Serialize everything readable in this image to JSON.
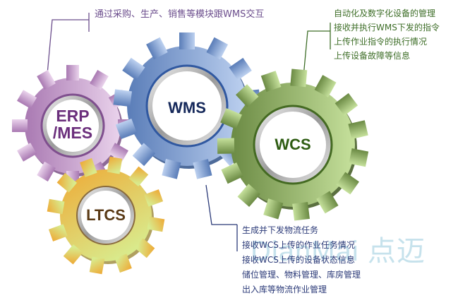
{
  "gears": [
    {
      "id": "erp",
      "label_line1": "ERP",
      "label_line2": "/MES",
      "color_light": "#e6c9e8",
      "color_dark": "#9d6aa8",
      "text_color": "#6b2f7c"
    },
    {
      "id": "wms",
      "label": "WMS",
      "color_light": "#b8cdee",
      "color_dark": "#5d7fba",
      "text_color": "#15285a"
    },
    {
      "id": "wcs",
      "label": "WCS",
      "color_light": "#c2dc98",
      "color_dark": "#6e8c47",
      "text_color": "#2e5c12"
    },
    {
      "id": "ltcs",
      "label": "LTCS",
      "color_light": "#dde88a",
      "color_dark": "#e9a93a",
      "text_color": "#5a3a16"
    }
  ],
  "notes": {
    "erp": {
      "color": "#6b4d8c",
      "lines": [
        "通过采购、生产、销售等模块跟WMS交互"
      ]
    },
    "wcs": {
      "color": "#3e6e28",
      "lines": [
        "自动化及数字化设备的管理",
        "接收并执行WMS下发的指令",
        "上传作业指令的执行情况",
        "上传设备故障等信息"
      ]
    },
    "wms": {
      "color": "#2b3a78",
      "lines": [
        "生成并下发物流任务",
        "接收WCS上传的作业任务情况",
        "接收WCS上传的设备状态信息",
        "储位管理、物料管理、库房管理",
        "出入库等物流作业管理"
      ]
    }
  },
  "watermark": "DianMai 点迈"
}
